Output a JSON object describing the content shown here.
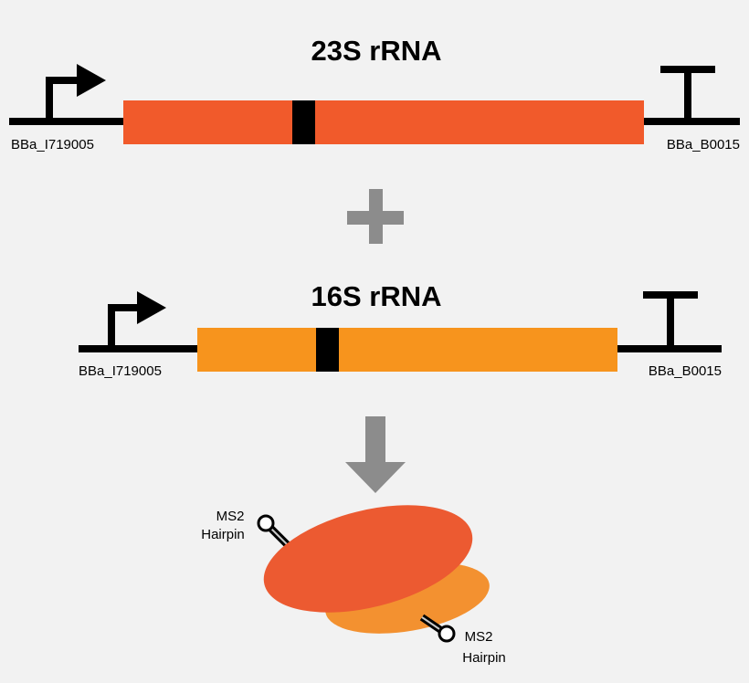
{
  "constructs": [
    {
      "title": "23S rRNA",
      "promoter_label": "BBa_I719005",
      "terminator_label": "BBa_B0015",
      "gene_color": "#f15a2b"
    },
    {
      "title": "16S rRNA",
      "promoter_label": "BBa_I719005",
      "terminator_label": "BBa_B0015",
      "gene_color": "#f7941d"
    }
  ],
  "operators": {
    "plus_icon": "plus-icon",
    "arrow_icon": "down-arrow-icon",
    "color": "#8c8c8c"
  },
  "ribosome": {
    "large_subunit_color": "#ec5a31",
    "small_subunit_color": "#f39130",
    "hairpins": [
      {
        "line1": "MS2",
        "line2": "Hairpin"
      },
      {
        "line1": "MS2",
        "line2": "Hairpin"
      }
    ]
  }
}
